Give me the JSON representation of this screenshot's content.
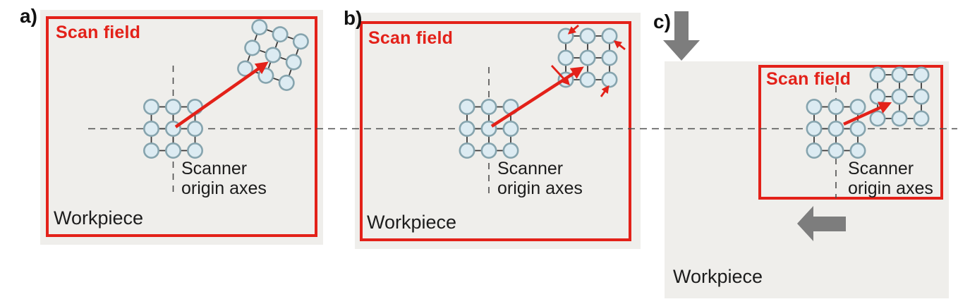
{
  "figure": {
    "panels": [
      {
        "tag": "a)",
        "scan_field_label": "Scan field",
        "workpiece_label": "Workpiece",
        "scanner_axes_line1": "Scanner",
        "scanner_axes_line2": "origin axes"
      },
      {
        "tag": "b)",
        "scan_field_label": "Scan field",
        "workpiece_label": "Workpiece",
        "scanner_axes_line1": "Scanner",
        "scanner_axes_line2": "origin axes"
      },
      {
        "tag": "c)",
        "scan_field_label": "Scan field",
        "workpiece_label": "Workpiece",
        "scanner_axes_line1": "Scanner",
        "scanner_axes_line2": "origin axes"
      }
    ],
    "colors": {
      "scan_field_red": "#e32119",
      "workpiece_gray": "#efeeeb",
      "node_fill": "#dcebf2",
      "node_stroke": "#86a4ae",
      "grid_line": "#3a3a3a",
      "axis_dash": "#4d4d4d",
      "motion_arrow_gray": "#7d7d7d",
      "text": "#1c1c1c"
    }
  }
}
